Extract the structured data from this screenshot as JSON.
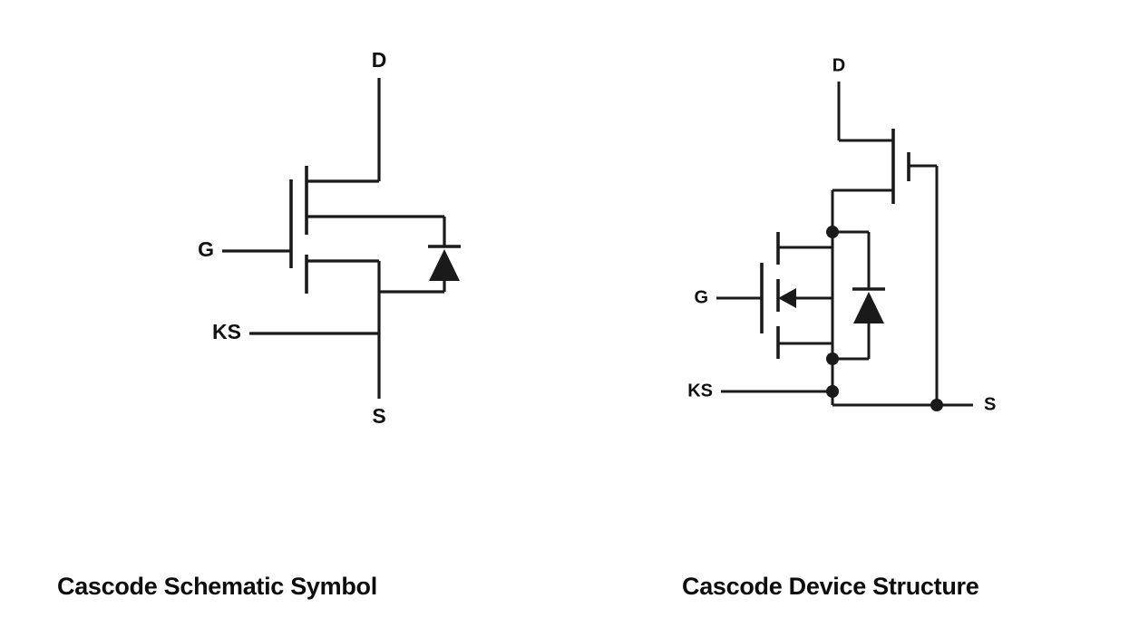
{
  "figure": {
    "background_color": "#ffffff",
    "line_color": "#1a1a1a",
    "text_color": "#0d0d0d",
    "panels": [
      {
        "id": "cascode-schematic-symbol",
        "caption": "Cascode Schematic Symbol",
        "terminals": {
          "drain": "D",
          "gate": "G",
          "kelvin_source": "KS",
          "source": "S"
        },
        "components": [
          "mosfet-symbol",
          "body-diode"
        ]
      },
      {
        "id": "cascode-device-structure",
        "caption": "Cascode Device Structure",
        "terminals": {
          "drain": "D",
          "gate": "G",
          "kelvin_source": "KS",
          "source": "S"
        },
        "components": [
          "jfet-upper",
          "mosfet-lower",
          "body-diode"
        ]
      }
    ]
  },
  "captions": {
    "left": "Cascode Schematic Symbol",
    "right": "Cascode Device Structure"
  },
  "left_panel": {
    "label_d": "D",
    "label_g": "G",
    "label_ks": "KS",
    "label_s": "S"
  },
  "right_panel": {
    "label_d": "D",
    "label_g": "G",
    "label_ks": "KS",
    "label_s": "S"
  }
}
